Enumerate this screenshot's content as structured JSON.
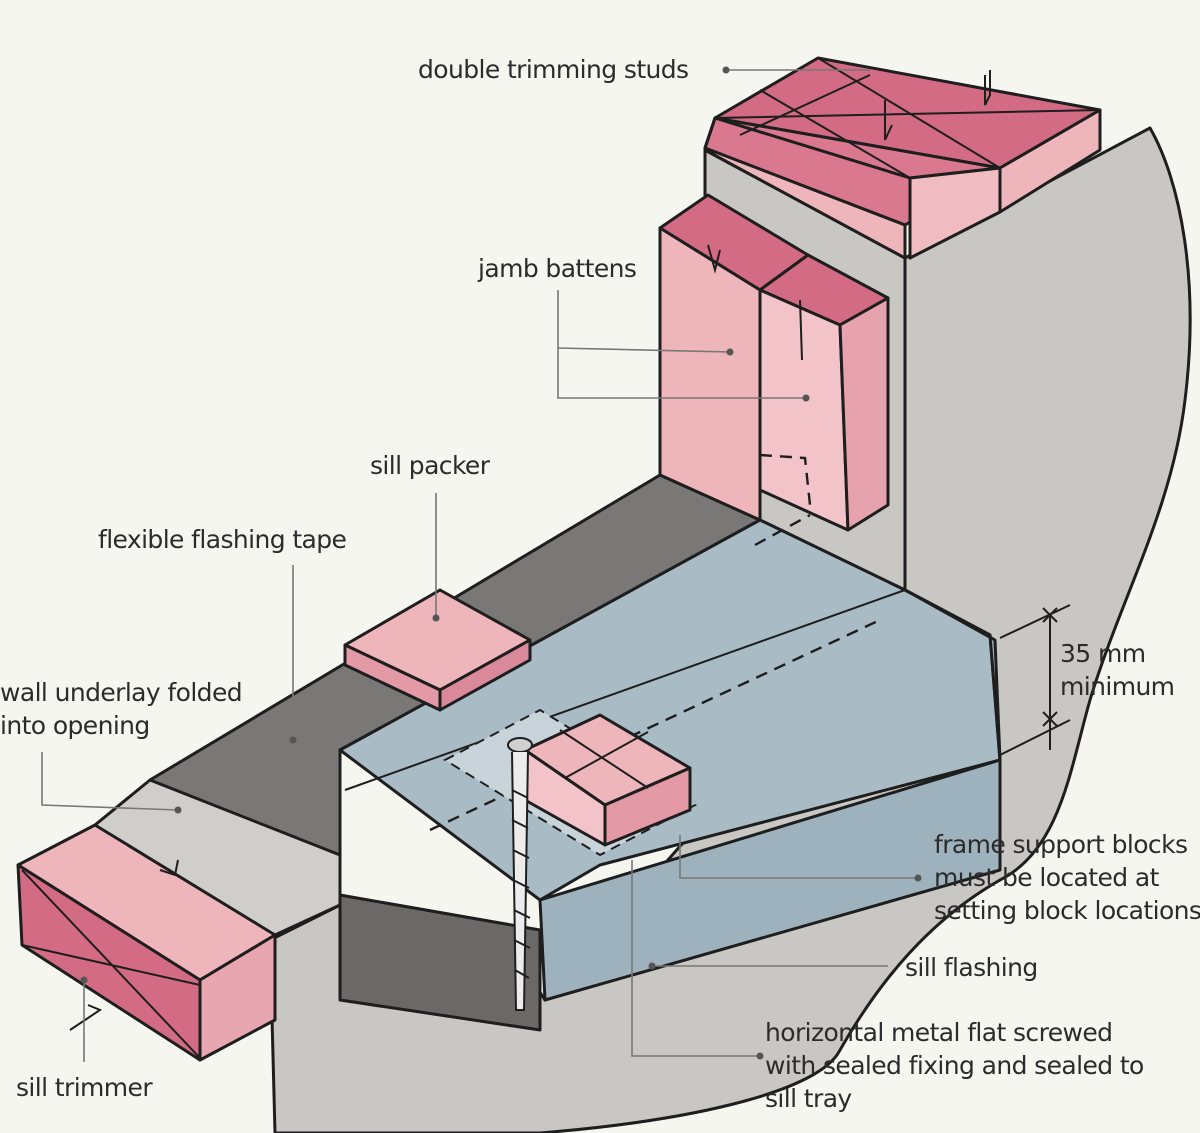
{
  "labels": {
    "double_trimming_studs": "double trimming studs",
    "jamb_battens": "jamb battens",
    "sill_packer": "sill packer",
    "flexible_flashing_tape": "flexible flashing tape",
    "wall_underlay_line1": "wall underlay folded",
    "wall_underlay_line2": "into opening",
    "dimension_line1": "35 mm",
    "dimension_line2": "minimum",
    "frame_support_line1": "frame support blocks",
    "frame_support_line2": "must be located at",
    "frame_support_line3": "setting block locations",
    "sill_flashing": "sill flashing",
    "metal_flat_line1": "horizontal metal flat screwed",
    "metal_flat_line2": "with sealed fixing and sealed to",
    "metal_flat_line3": "sill tray",
    "sill_trimmer": "sill trimmer"
  },
  "colors": {
    "background": "#f6f6f1",
    "wall_grey": "#c9c7c4",
    "tape_dark": "#7a7777",
    "flashing_blue": "#a9bcc6",
    "timber_light": "#eeb5bb",
    "timber_mid": "#e49aa6",
    "timber_dark": "#cc6179"
  }
}
